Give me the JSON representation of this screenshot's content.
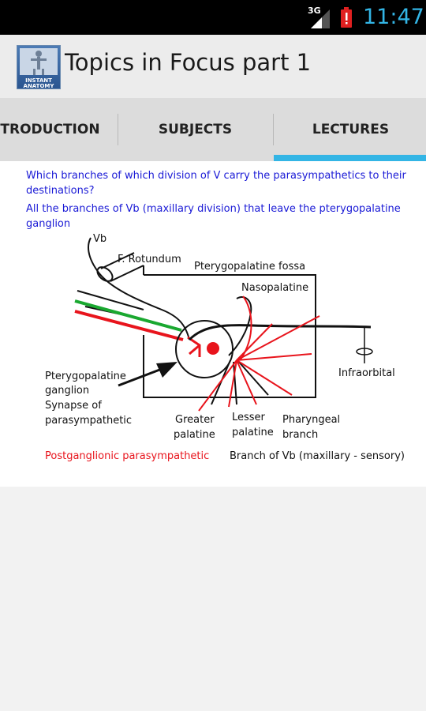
{
  "status_bar": {
    "network": "3G",
    "time": "11:47"
  },
  "action_bar": {
    "title": "Topics in Focus part 1",
    "icon_text": "INSTANT ANATOMY"
  },
  "tabs": [
    {
      "label": "TRODUCTION"
    },
    {
      "label": "SUBJECTS"
    },
    {
      "label": "LECTURES"
    }
  ],
  "content": {
    "question": "Which branches of which division of V carry the parasympathetics to their destinations?",
    "answer": "All the branches of Vb (maxillary division) that leave the pterygopalatine ganglion"
  },
  "diagram": {
    "labels": {
      "vb": "Vb",
      "f_rotundum": "F. Rotundum",
      "fossa": "Pterygopalatine fossa",
      "nasopalatine": "Nasopalatine",
      "infraorbital": "Infraorbital",
      "ganglion_1": "Pterygopalatine",
      "ganglion_2": "ganglion",
      "synapse_1": "Synapse of",
      "synapse_2": "parasympathetic",
      "greater_1": "Greater",
      "greater_2": "palatine",
      "lesser_1": "Lesser",
      "lesser_2": "palatine",
      "pharyngeal_1": "Pharyngeal",
      "pharyngeal_2": "branch"
    },
    "legend": {
      "parasympathetic": "Postganglionic parasympathetic",
      "sensory": "Branch of Vb (maxillary - sensory)"
    },
    "colors": {
      "parasympathetic": "#e8141c",
      "sensory": "#111111",
      "preganglionic": "#1aa830"
    }
  }
}
